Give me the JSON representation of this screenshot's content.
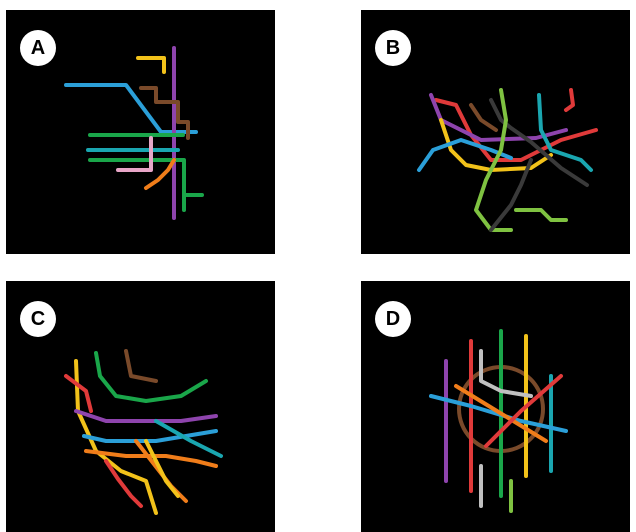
{
  "panels": [
    {
      "id": "A",
      "label": "A"
    },
    {
      "id": "B",
      "label": "B"
    },
    {
      "id": "C",
      "label": "C"
    },
    {
      "id": "D",
      "label": "D"
    }
  ],
  "line_colors": [
    "#2b9fd8",
    "#7a4a2a",
    "#f2c21a",
    "#8e44ad",
    "#1aa64a",
    "#e8a6c8",
    "#f07d1a",
    "#e03a3a",
    "#3a3a3a",
    "#c0c0c0",
    "#7fc241",
    "#1aa6b0"
  ]
}
